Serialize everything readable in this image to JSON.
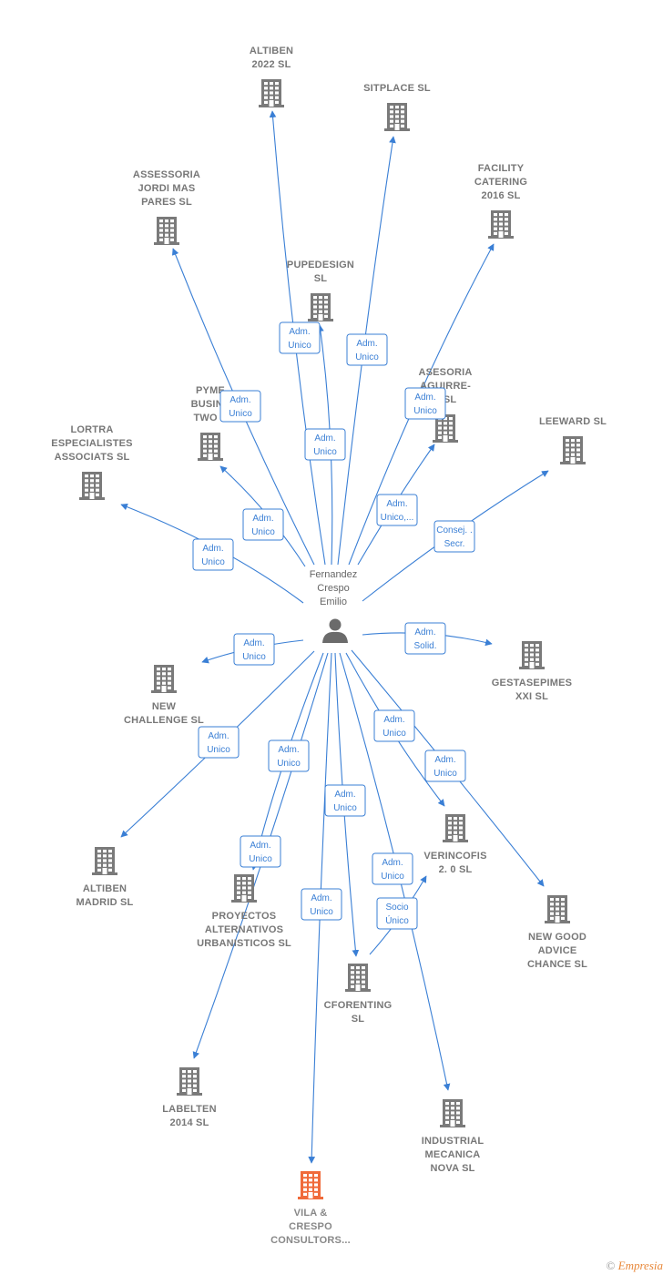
{
  "colors": {
    "edge": "#3a7fd5",
    "building": "#7a7a7a",
    "highlight": "#f06a3a",
    "person": "#6b6b6b"
  },
  "person": {
    "name_lines": [
      "Fernandez",
      "Crespo",
      "Emilio"
    ],
    "icon": "person-icon"
  },
  "companies": [
    {
      "id": "altiben2022",
      "lines": [
        "ALTIBEN",
        "2022  SL"
      ]
    },
    {
      "id": "sitplace",
      "lines": [
        "SITPLACE  SL"
      ]
    },
    {
      "id": "assessoria",
      "lines": [
        "ASSESSORIA",
        "JORDI MAS",
        "PARES  SL"
      ]
    },
    {
      "id": "facility",
      "lines": [
        "FACILITY",
        "CATERING",
        "2016  SL"
      ]
    },
    {
      "id": "pupedesign",
      "lines": [
        "PUPEDESIGN",
        "SL"
      ]
    },
    {
      "id": "asesoria",
      "lines": [
        "ASESORIA",
        "AGUIRRE-",
        "Z SL"
      ]
    },
    {
      "id": "pyme",
      "lines": [
        "PYME",
        "BUSINE",
        "TWO S"
      ]
    },
    {
      "id": "leeward",
      "lines": [
        "LEEWARD SL"
      ]
    },
    {
      "id": "lortra",
      "lines": [
        "LORTRA",
        "ESPECIALISTES",
        "ASSOCIATS  SL"
      ]
    },
    {
      "id": "gestasepimes",
      "lines": [
        "GESTASEPIMES",
        "XXI  SL"
      ]
    },
    {
      "id": "newchallenge",
      "lines": [
        "NEW",
        "CHALLENGE SL"
      ]
    },
    {
      "id": "verincofis",
      "lines": [
        "VERINCOFIS",
        "2. 0  SL"
      ]
    },
    {
      "id": "altibenmadrid",
      "lines": [
        "ALTIBEN",
        "MADRID  SL"
      ]
    },
    {
      "id": "proyectos",
      "lines": [
        "PROYECTOS",
        "ALTERNATIVOS",
        "URBANISTICOS SL"
      ]
    },
    {
      "id": "newgood",
      "lines": [
        "NEW GOOD",
        "ADVICE",
        "CHANCE SL"
      ]
    },
    {
      "id": "cforenting",
      "lines": [
        "CFORENTING",
        "SL"
      ]
    },
    {
      "id": "labelten",
      "lines": [
        "LABELTEN",
        "2014  SL"
      ]
    },
    {
      "id": "industrial",
      "lines": [
        "INDUSTRIAL",
        "MECANICA",
        "NOVA  SL"
      ]
    },
    {
      "id": "vila",
      "lines": [
        "VILA &",
        "CRESPO",
        "CONSULTORS..."
      ],
      "highlight": true
    }
  ],
  "edges": [
    {
      "to": "altiben2022",
      "label": [
        "Adm.",
        "Unico"
      ]
    },
    {
      "to": "sitplace",
      "label": [
        "Adm.",
        "Unico"
      ]
    },
    {
      "to": "pupedesign",
      "label": [
        "Adm.",
        "Unico"
      ]
    },
    {
      "to": "assessoria",
      "label": [
        "Adm.",
        "Unico"
      ]
    },
    {
      "to": "asesoria",
      "label": [
        "Adm.",
        "Unico,..."
      ]
    },
    {
      "to": "facility",
      "label": [
        "Adm.",
        "Unico"
      ]
    },
    {
      "to": "pyme",
      "label": [
        "Adm.",
        "Unico"
      ]
    },
    {
      "to": "lortra",
      "label": [
        "Adm.",
        "Unico"
      ]
    },
    {
      "to": "leeward",
      "label": [
        "Consej. .",
        "Secr."
      ]
    },
    {
      "to": "newchallenge",
      "label": [
        "Adm.",
        "Unico"
      ]
    },
    {
      "to": "gestasepimes",
      "label": [
        "Adm.",
        "Solid."
      ]
    },
    {
      "to": "altibenmadrid",
      "label": [
        "Adm.",
        "Unico"
      ]
    },
    {
      "to": "proyectos",
      "label": [
        "Adm.",
        "Unico"
      ]
    },
    {
      "to": "verincofis",
      "label": [
        "Adm.",
        "Unico"
      ]
    },
    {
      "to": "newgood",
      "label": [
        "Adm.",
        "Unico"
      ]
    },
    {
      "to": "cforenting",
      "label": [
        "Adm.",
        "Unico"
      ]
    },
    {
      "to": "labelten",
      "label": [
        "Adm.",
        "Unico"
      ]
    },
    {
      "to": "industrial",
      "label": [
        "Adm.",
        "Unico"
      ]
    },
    {
      "to": "vila",
      "label": [
        "Adm.",
        "Unico"
      ]
    },
    {
      "from": "cforenting",
      "to": "verincofis",
      "label": [
        "Socio",
        "Único"
      ]
    }
  ],
  "footer": {
    "copyright": "©",
    "brand": "Empresia"
  }
}
